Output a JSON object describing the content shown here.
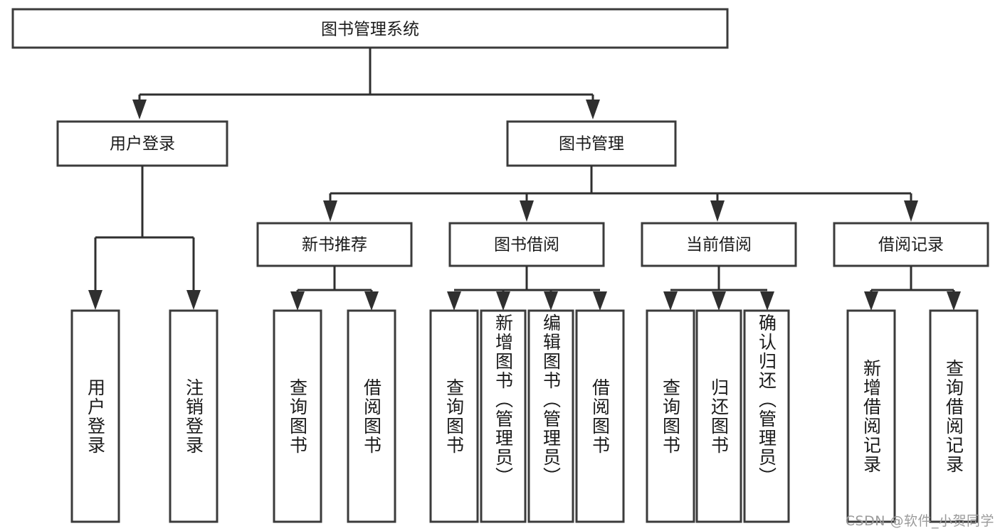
{
  "diagram": {
    "type": "tree-hierarchy",
    "title": "图书管理系统",
    "watermark": "CSDN @软件_小贺同学",
    "colors": {
      "background": "#ffffff",
      "box_stroke": "#3b3b3b",
      "connector": "#2f2f2f",
      "text": "#1a1a1a",
      "watermark": "#9b9b9b"
    },
    "root": {
      "label": "图书管理系统"
    },
    "level2": [
      {
        "label": "用户登录"
      },
      {
        "label": "图书管理"
      }
    ],
    "level3": [
      {
        "label": "新书推荐",
        "parent": "图书管理"
      },
      {
        "label": "图书借阅",
        "parent": "图书管理"
      },
      {
        "label": "当前借阅",
        "parent": "图书管理"
      },
      {
        "label": "借阅记录",
        "parent": "图书管理"
      }
    ],
    "leaves": {
      "用户登录": [
        "用户登录",
        "注销登录"
      ],
      "新书推荐": [
        "查询图书",
        "借阅图书"
      ],
      "图书借阅": [
        "查询图书",
        "新增图书（管理员）",
        "编辑图书（管理员）",
        "借阅图书"
      ],
      "当前借阅": [
        "查询图书",
        "归还图书",
        "确认归还（管理员）"
      ],
      "借阅记录": [
        "新增借阅记录",
        "查询借阅记录"
      ]
    },
    "leaf_list": [
      {
        "id": "leaf-0",
        "label": "用户登录",
        "group": "用户登录"
      },
      {
        "id": "leaf-1",
        "label": "注销登录",
        "group": "用户登录"
      },
      {
        "id": "leaf-2",
        "label": "查询图书",
        "group": "新书推荐"
      },
      {
        "id": "leaf-3",
        "label": "借阅图书",
        "group": "新书推荐"
      },
      {
        "id": "leaf-4",
        "label": "查询图书",
        "group": "图书借阅"
      },
      {
        "id": "leaf-5",
        "label": "新增图书（管理员）",
        "group": "图书借阅"
      },
      {
        "id": "leaf-6",
        "label": "编辑图书（管理员）",
        "group": "图书借阅"
      },
      {
        "id": "leaf-7",
        "label": "借阅图书",
        "group": "图书借阅"
      },
      {
        "id": "leaf-8",
        "label": "查询图书",
        "group": "当前借阅"
      },
      {
        "id": "leaf-9",
        "label": "归还图书",
        "group": "当前借阅"
      },
      {
        "id": "leaf-10",
        "label": "确认归还（管理员）",
        "group": "当前借阅"
      },
      {
        "id": "leaf-11",
        "label": "新增借阅记录",
        "group": "借阅记录"
      },
      {
        "id": "leaf-12",
        "label": "查询借阅记录",
        "group": "借阅记录"
      }
    ]
  }
}
